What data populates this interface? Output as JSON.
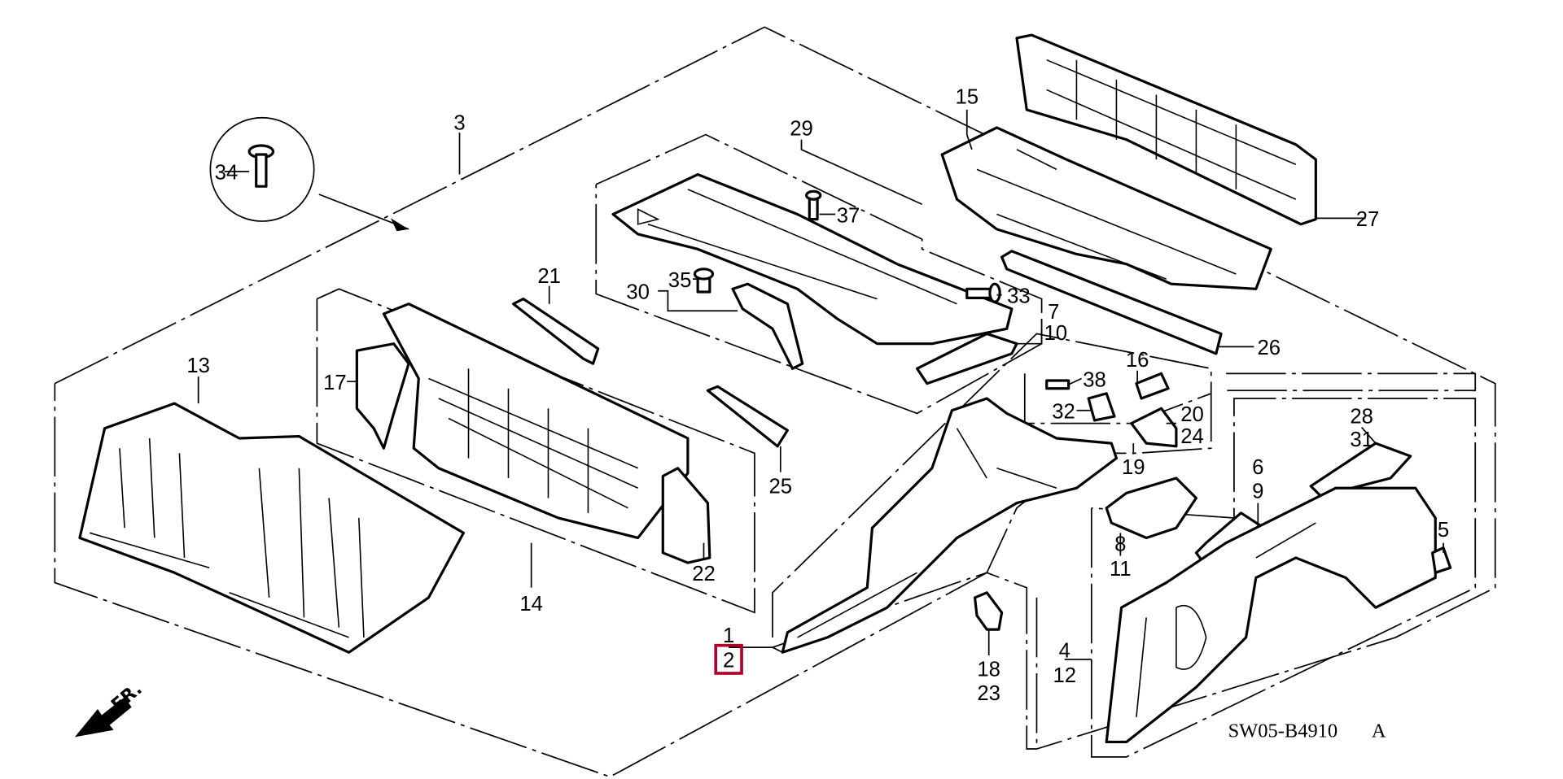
{
  "diagram": {
    "code": "SW05-B4910",
    "code_suffix": "A",
    "front_marker": "FR.",
    "highlight_color": "#b0002a",
    "highlighted_part": "2",
    "labels": {
      "p1": "1",
      "p2": "2",
      "p3": "3",
      "p4": "4",
      "p5": "5",
      "p6": "6",
      "p7": "7",
      "p8": "8",
      "p9": "9",
      "p10": "10",
      "p11": "11",
      "p12": "12",
      "p13": "13",
      "p14": "14",
      "p15": "15",
      "p16": "16",
      "p17": "17",
      "p18": "18",
      "p19": "19",
      "p20": "20",
      "p21": "21",
      "p22": "22",
      "p23": "23",
      "p24": "24",
      "p25": "25",
      "p26": "26",
      "p27": "27",
      "p28": "28",
      "p29": "29",
      "p30": "30",
      "p31": "31",
      "p32": "32",
      "p33": "33",
      "p34": "34",
      "p35": "35",
      "p37": "37",
      "p38": "38"
    }
  }
}
